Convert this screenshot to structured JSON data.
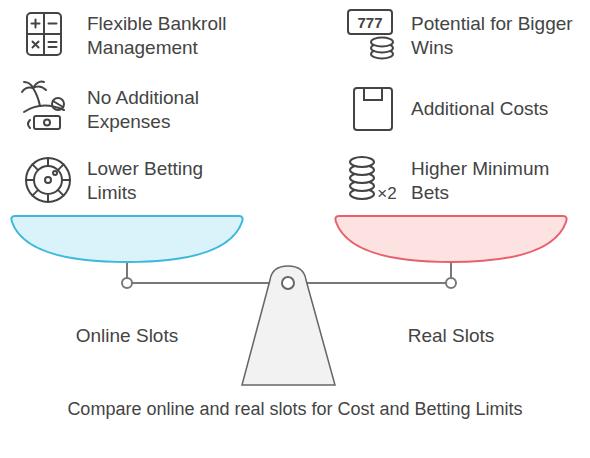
{
  "diagram": {
    "caption": "Compare online and real slots for Cost and Betting Limits",
    "labels": [
      "Flexible Bankroll Management",
      "777",
      "Potential for Bigger Wins",
      "No Additional Expenses",
      "Additional Costs",
      "Lower Betting Limits",
      "×2",
      "Higher Minimum Bets",
      "Online Slots",
      "Real Slots"
    ]
  }
}
